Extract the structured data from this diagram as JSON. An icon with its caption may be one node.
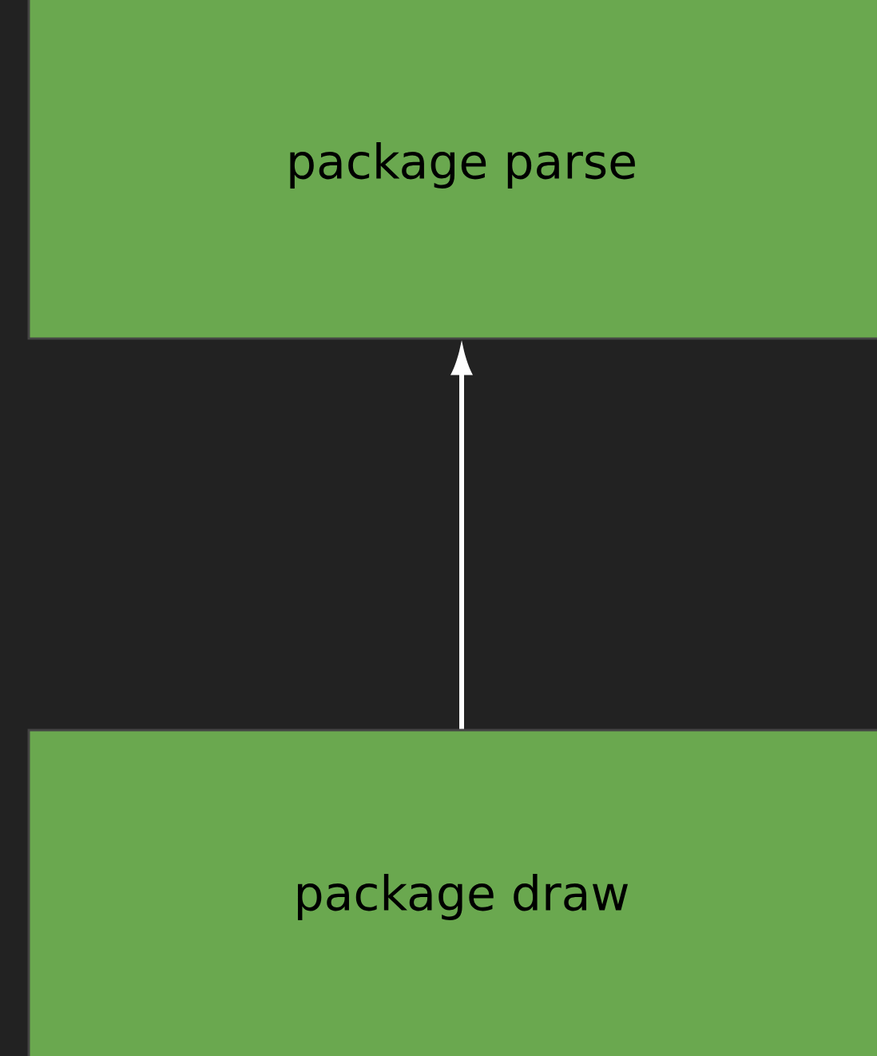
{
  "diagram": {
    "nodes": [
      {
        "text": [
          "package parse"
        ]
      },
      {
        "text": [
          "package draw"
        ]
      }
    ],
    "edges": [
      {
        "from": 1,
        "to": 0,
        "arrow": "to"
      }
    ]
  }
}
